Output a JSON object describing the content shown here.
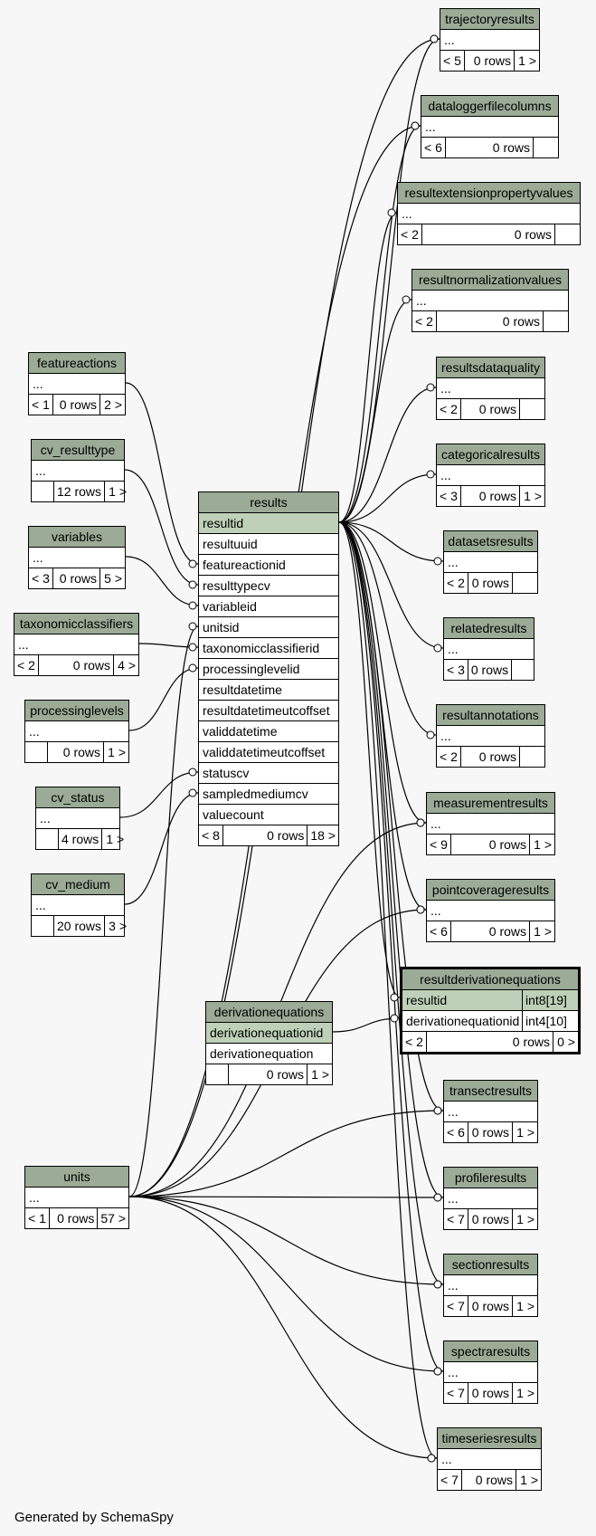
{
  "footer": "Generated by SchemaSpy",
  "tables": {
    "trajectoryresults": {
      "title": "trajectoryresults",
      "rows": [
        "..."
      ],
      "parents": "< 5",
      "count": "0 rows",
      "children": "1 >"
    },
    "dataloggerfilecolumns": {
      "title": "dataloggerfilecolumns",
      "rows": [
        "..."
      ],
      "parents": "< 6",
      "count": "0 rows",
      "children": ""
    },
    "resultextensionpropertyvalues": {
      "title": "resultextensionpropertyvalues",
      "rows": [
        "..."
      ],
      "parents": "< 2",
      "count": "0 rows",
      "children": ""
    },
    "resultnormalizationvalues": {
      "title": "resultnormalizationvalues",
      "rows": [
        "..."
      ],
      "parents": "< 2",
      "count": "0 rows",
      "children": ""
    },
    "resultsdataquality": {
      "title": "resultsdataquality",
      "rows": [
        "..."
      ],
      "parents": "< 2",
      "count": "0 rows",
      "children": ""
    },
    "categoricalresults": {
      "title": "categoricalresults",
      "rows": [
        "..."
      ],
      "parents": "< 3",
      "count": "0 rows",
      "children": "1 >"
    },
    "datasetsresults": {
      "title": "datasetsresults",
      "rows": [
        "..."
      ],
      "parents": "< 2",
      "count": "0 rows",
      "children": ""
    },
    "relatedresults": {
      "title": "relatedresults",
      "rows": [
        "..."
      ],
      "parents": "< 3",
      "count": "0 rows",
      "children": ""
    },
    "resultannotations": {
      "title": "resultannotations",
      "rows": [
        "..."
      ],
      "parents": "< 2",
      "count": "0 rows",
      "children": ""
    },
    "measurementresults": {
      "title": "measurementresults",
      "rows": [
        "..."
      ],
      "parents": "< 9",
      "count": "0 rows",
      "children": "1 >"
    },
    "pointcoverageresults": {
      "title": "pointcoverageresults",
      "rows": [
        "..."
      ],
      "parents": "< 6",
      "count": "0 rows",
      "children": "1 >"
    },
    "resultderivationequations": {
      "title": "resultderivationequations",
      "pk_rows": [
        {
          "name": "resultid",
          "type": "int8[19]"
        }
      ],
      "rows": [
        {
          "name": "derivationequationid",
          "type": "int4[10]"
        }
      ],
      "parents": "< 2",
      "count": "0 rows",
      "children": "0 >"
    },
    "transectresults": {
      "title": "transectresults",
      "rows": [
        "..."
      ],
      "parents": "< 6",
      "count": "0 rows",
      "children": "1 >"
    },
    "profileresults": {
      "title": "profileresults",
      "rows": [
        "..."
      ],
      "parents": "< 7",
      "count": "0 rows",
      "children": "1 >"
    },
    "sectionresults": {
      "title": "sectionresults",
      "rows": [
        "..."
      ],
      "parents": "< 7",
      "count": "0 rows",
      "children": "1 >"
    },
    "spectraresults": {
      "title": "spectraresults",
      "rows": [
        "..."
      ],
      "parents": "< 7",
      "count": "0 rows",
      "children": "1 >"
    },
    "timeseriesresults": {
      "title": "timeseriesresults",
      "rows": [
        "..."
      ],
      "parents": "< 7",
      "count": "0 rows",
      "children": "1 >"
    },
    "results": {
      "title": "results",
      "pk_rows": [
        "resultid"
      ],
      "rows": [
        "resultuuid",
        "featureactionid",
        "resulttypecv",
        "variableid",
        "unitsid",
        "taxonomicclassifierid",
        "processinglevelid",
        "resultdatetime",
        "resultdatetimeutcoffset",
        "validdatetime",
        "validdatetimeutcoffset",
        "statuscv",
        "sampledmediumcv",
        "valuecount"
      ],
      "parents": "< 8",
      "count": "0 rows",
      "children": "18 >"
    },
    "featureactions": {
      "title": "featureactions",
      "rows": [
        "..."
      ],
      "parents": "< 1",
      "count": "0 rows",
      "children": "2 >"
    },
    "cv_resulttype": {
      "title": "cv_resulttype",
      "rows": [
        "..."
      ],
      "parents": "",
      "count": "12 rows",
      "children": "1 >"
    },
    "variables": {
      "title": "variables",
      "rows": [
        "..."
      ],
      "parents": "< 3",
      "count": "0 rows",
      "children": "5 >"
    },
    "taxonomicclassifiers": {
      "title": "taxonomicclassifiers",
      "rows": [
        "..."
      ],
      "parents": "< 2",
      "count": "0 rows",
      "children": "4 >"
    },
    "processinglevels": {
      "title": "processinglevels",
      "rows": [
        "..."
      ],
      "parents": "",
      "count": "0 rows",
      "children": "1 >"
    },
    "cv_status": {
      "title": "cv_status",
      "rows": [
        "..."
      ],
      "parents": "",
      "count": "4 rows",
      "children": "1 >"
    },
    "cv_medium": {
      "title": "cv_medium",
      "rows": [
        "..."
      ],
      "parents": "",
      "count": "20 rows",
      "children": "3 >"
    },
    "derivationequations": {
      "title": "derivationequations",
      "pk_rows": [
        "derivationequationid"
      ],
      "rows": [
        "derivationequation"
      ],
      "parents": "",
      "count": "0 rows",
      "children": "1 >"
    },
    "units": {
      "title": "units",
      "rows": [
        "..."
      ],
      "parents": "< 1",
      "count": "0 rows",
      "children": "57 >"
    }
  }
}
